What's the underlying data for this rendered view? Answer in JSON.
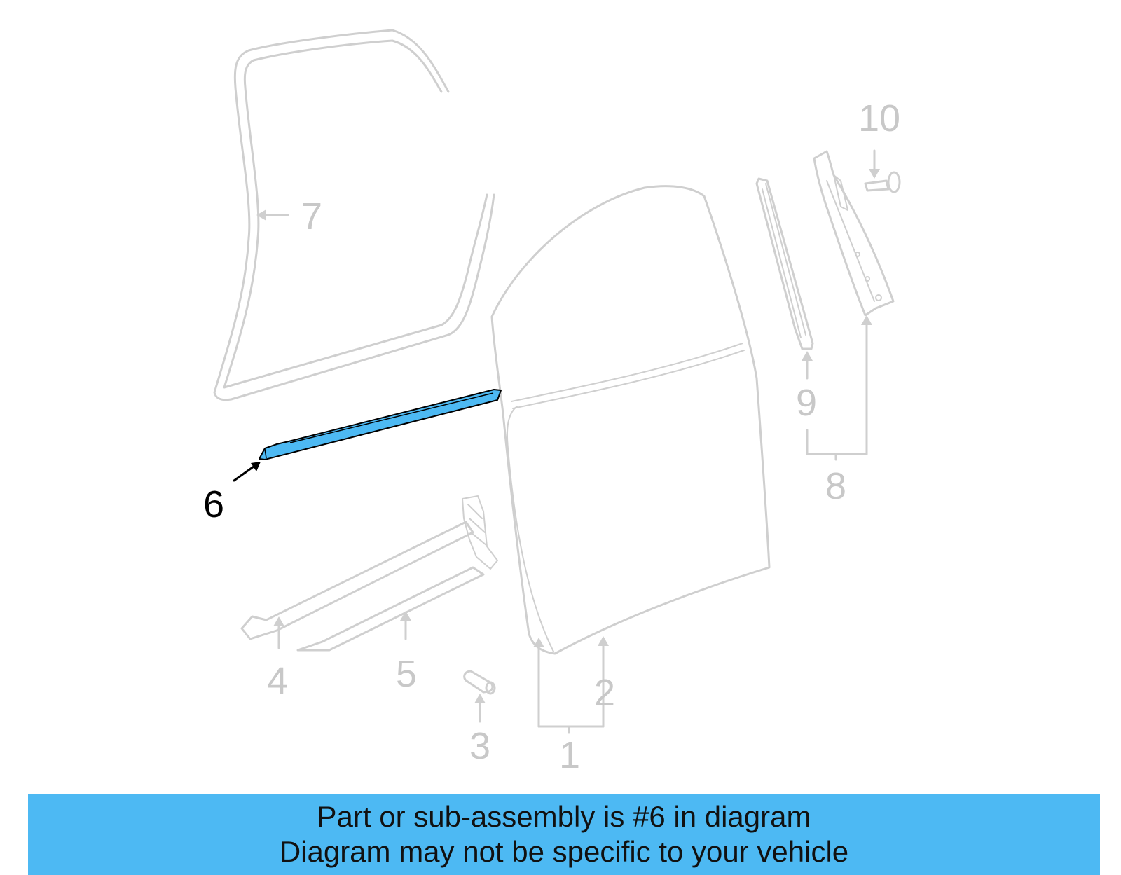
{
  "callouts": {
    "c1": "1",
    "c2": "2",
    "c3": "3",
    "c4": "4",
    "c5": "5",
    "c6": "6",
    "c7": "7",
    "c8": "8",
    "c9": "9",
    "c10": "10"
  },
  "highlighted_part": "6",
  "colors": {
    "highlight": "#4db9f3",
    "inactive_part": "#cfcfcf",
    "banner": "#4db9f3"
  },
  "banner": {
    "line1": "Part or sub-assembly is #6 in diagram",
    "line2": "Diagram may not be specific to your vehicle"
  }
}
